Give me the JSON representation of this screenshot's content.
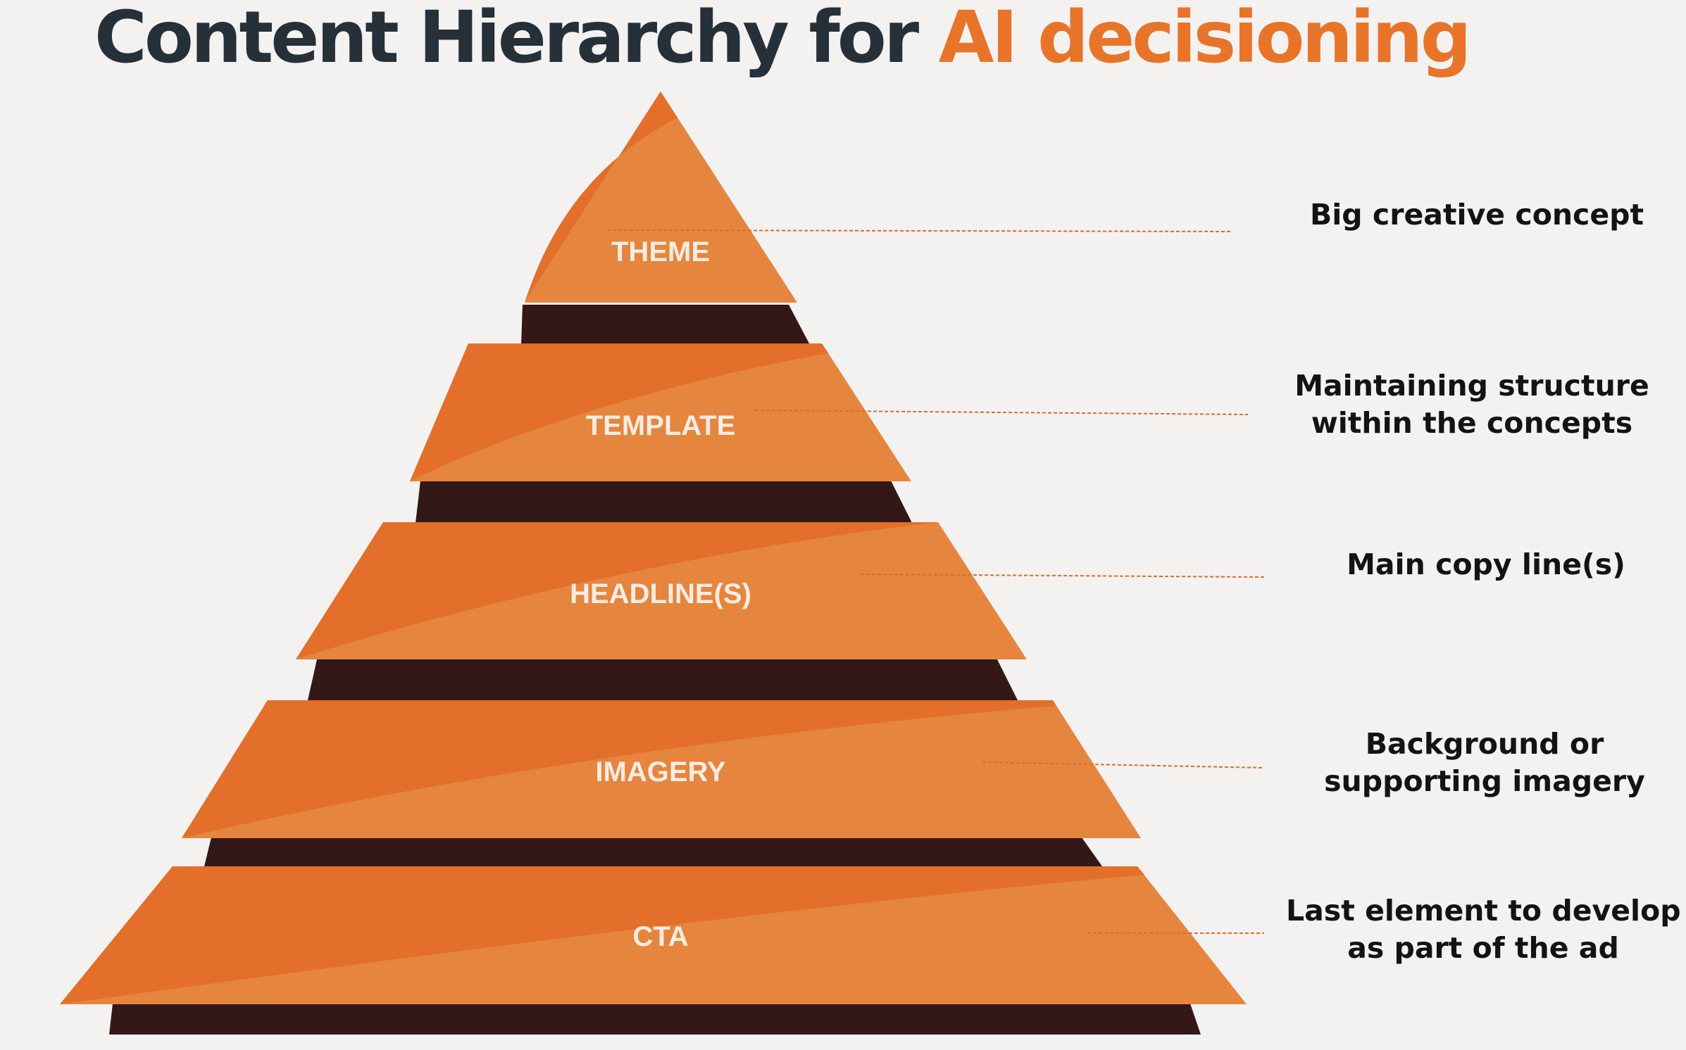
{
  "title": {
    "main": "Content Hierarchy for ",
    "accent": "AI decisioning"
  },
  "colors": {
    "title_dark": "#263039",
    "accent_orange": "#e8742a",
    "tier_light": "#e6853e",
    "tier_dark": "#e36f2a",
    "band_dark": "#331818",
    "connector": "#e06a28"
  },
  "tiers": [
    {
      "label": "THEME",
      "description": [
        "Big creative concept"
      ]
    },
    {
      "label": "TEMPLATE",
      "description": [
        "Maintaining structure",
        "within the concepts"
      ]
    },
    {
      "label": "HEADLINE(S)",
      "description": [
        "Main copy line(s)"
      ]
    },
    {
      "label": "IMAGERY",
      "description": [
        "Background or",
        "supporting imagery"
      ]
    },
    {
      "label": "CTA",
      "description": [
        "Last element to develop",
        "as part of the ad"
      ]
    }
  ]
}
